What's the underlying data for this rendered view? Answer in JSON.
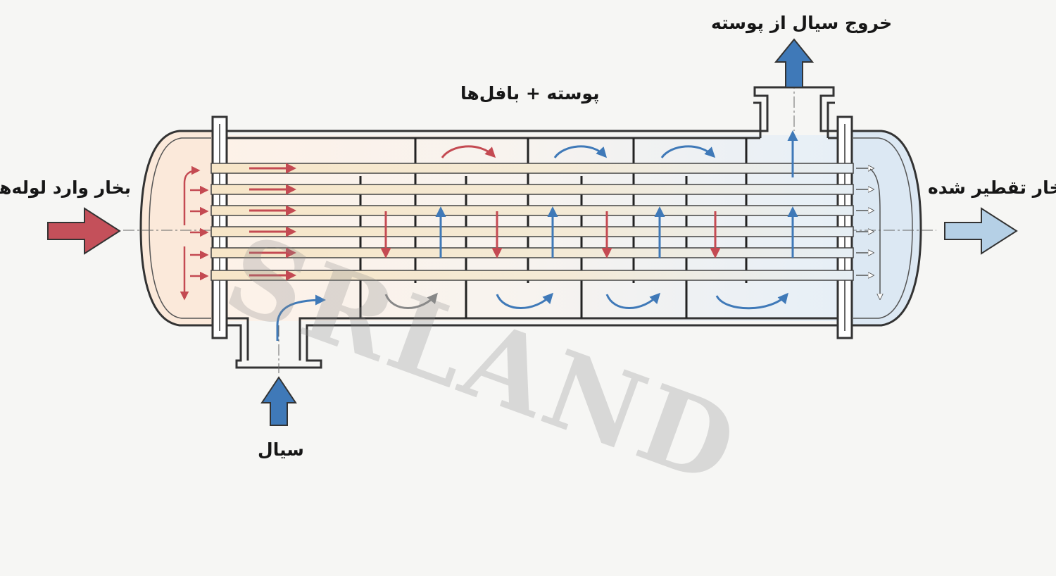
{
  "labels": {
    "steam_inlet": "بخار وارد لوله‌ها",
    "condensed_steam": "بخار تقطیر شده",
    "shell_and_baffles": "پوسته + بافل‌ها",
    "fluid_outlet": "خروج سیال از پوسته",
    "fluid_inlet": "سیال"
  },
  "watermark": "SRLAND",
  "colors": {
    "hot": "#c44a52",
    "cold": "#3f79b8",
    "hot_tint": "#fbe9da",
    "cold_tint": "#dce8f3",
    "outline": "#333333"
  }
}
